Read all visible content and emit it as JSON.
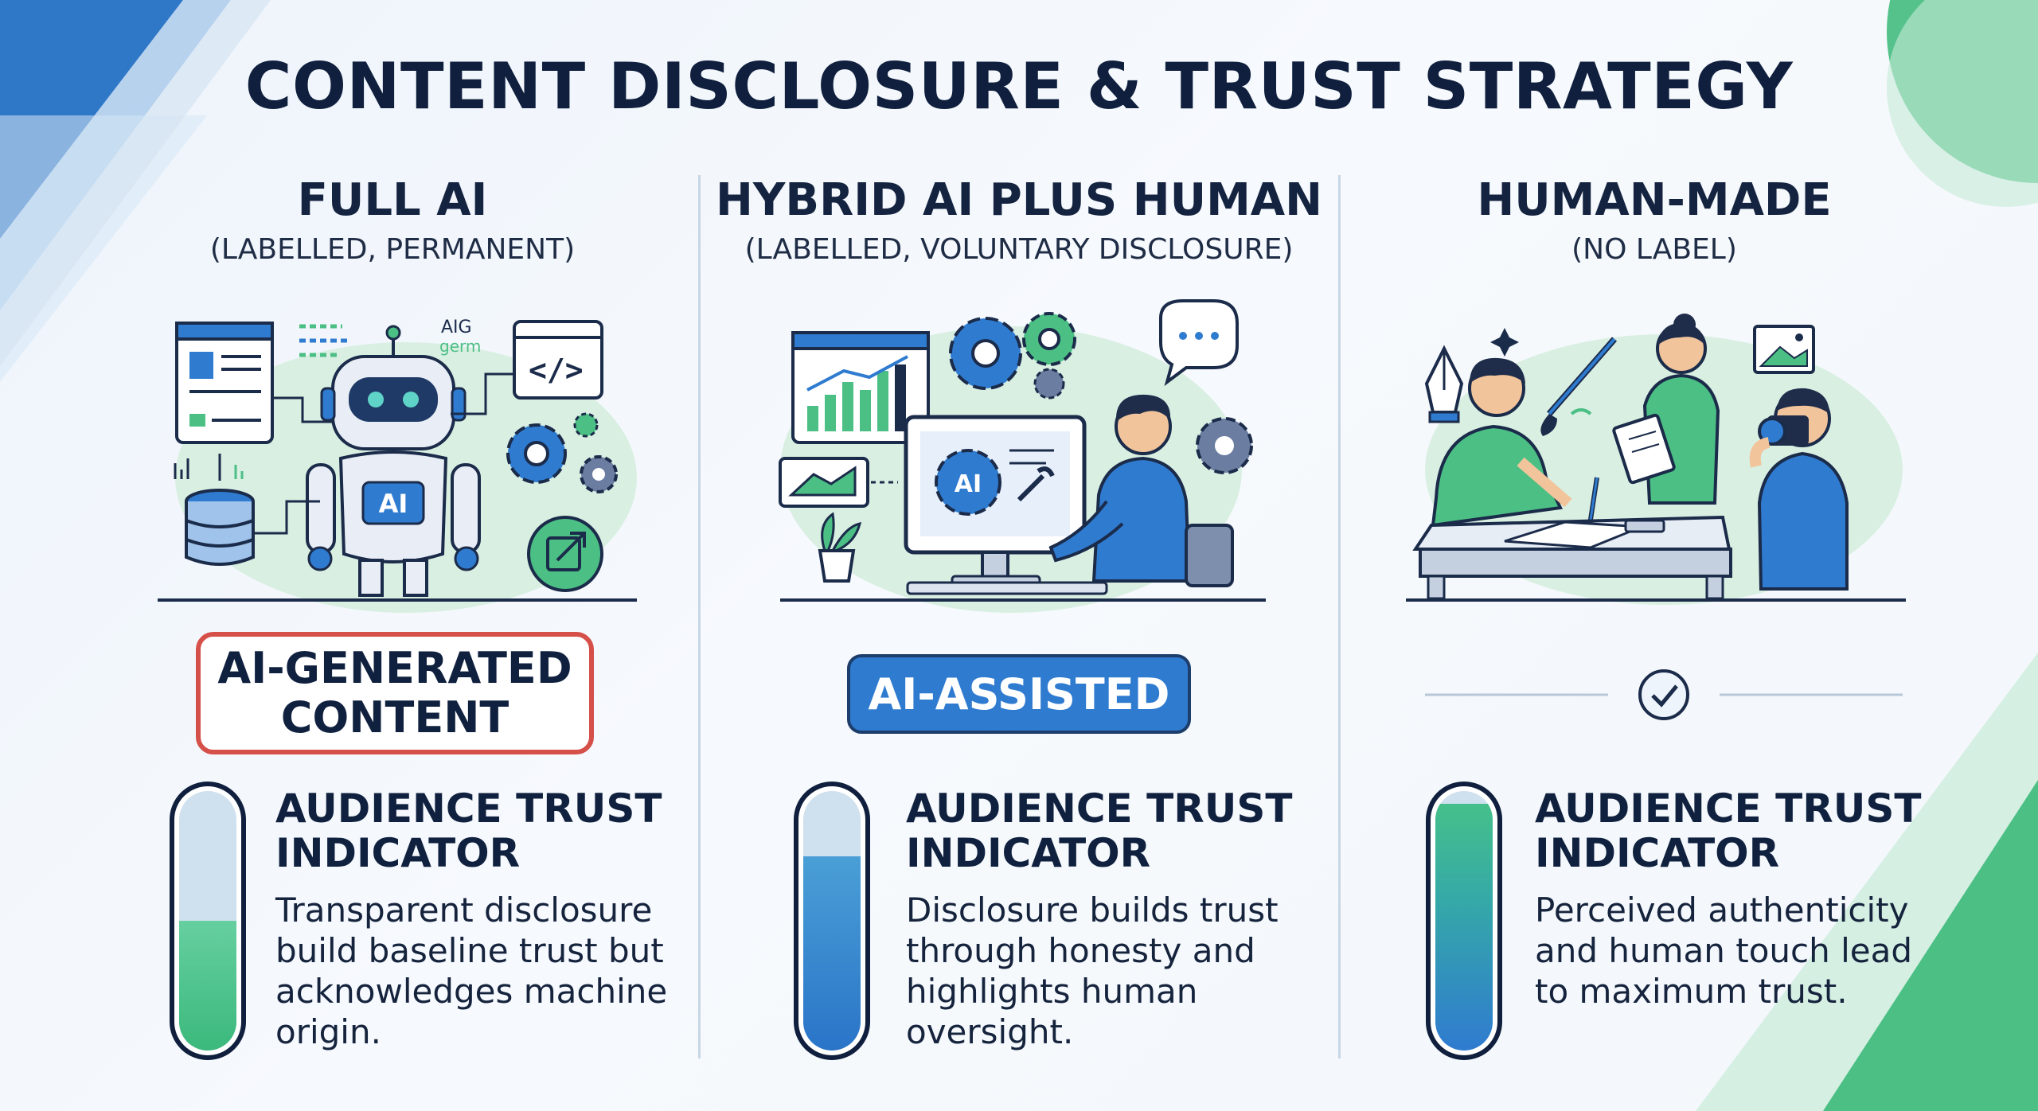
{
  "title": "CONTENT DISCLOSURE & TRUST STRATEGY",
  "colors": {
    "label_red": "#d6504a",
    "assist_blue": "#2f7bd0",
    "trust_green": "#4cbf85",
    "trust_blue": "#2f7bd0",
    "navy": "#10213f"
  },
  "columns": [
    {
      "title": "FULL AI",
      "subtitle": "(LABELLED, PERMANENT)",
      "label": "AI-GENERATED CONTENT",
      "illustration": {
        "badge_text": "AIG",
        "note_text": "germ",
        "chip_text": "AI",
        "icons": [
          "robot-icon",
          "database-icon",
          "code-icon",
          "gear-icon",
          "export-icon",
          "document-icon"
        ]
      },
      "trust": {
        "title": "AUDIENCE TRUST INDICATOR",
        "text": "Transparent disclosure build baseline trust but acknowledges machine origin.",
        "level": 0.5
      }
    },
    {
      "title": "HYBRID AI PLUS HUMAN",
      "subtitle": "(LABELLED, VOLUNTARY DISCLOSURE)",
      "label": "AI-ASSISTED",
      "illustration": {
        "chip_text": "AI",
        "icons": [
          "chart-icon",
          "gear-icon",
          "chat-bubble-icon",
          "monitor-icon",
          "person-icon",
          "plant-icon"
        ]
      },
      "trust": {
        "title": "AUDIENCE TRUST INDICATOR",
        "text": "Disclosure builds trust through honesty and highlights human oversight.",
        "level": 0.75
      }
    },
    {
      "title": "HUMAN-MADE",
      "subtitle": "(NO LABEL)",
      "label": "",
      "illustration": {
        "icons": [
          "pen-nib-icon",
          "brush-icon",
          "image-icon",
          "camera-icon",
          "people-icon",
          "checkmark-icon"
        ]
      },
      "trust": {
        "title": "AUDIENCE TRUST INDICATOR",
        "text": "Perceived authenticity and human touch lead to maximum trust.",
        "level": 0.95
      }
    }
  ]
}
